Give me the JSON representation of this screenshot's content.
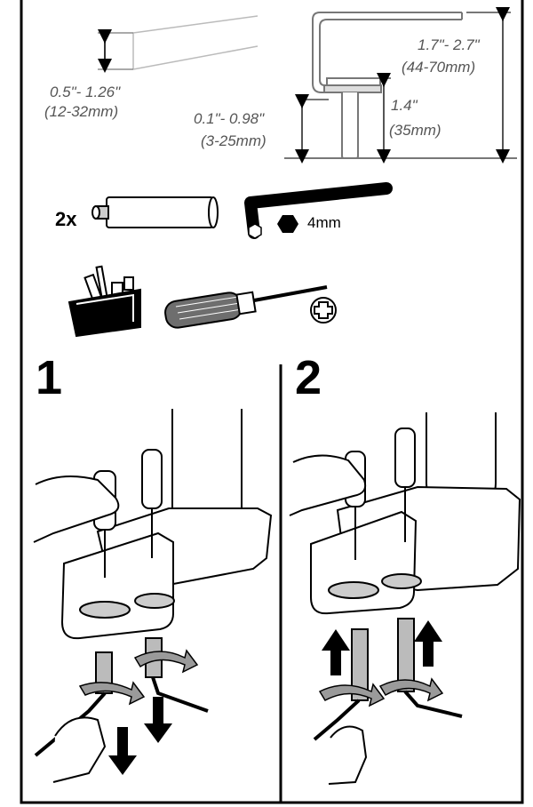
{
  "dimensions": {
    "desk_thickness": {
      "imperial": "0.5\"- 1.26\"",
      "metric": "(12-32mm)"
    },
    "clamp_gap": {
      "imperial": "0.1\"- 0.98\"",
      "metric": "(3-25mm)"
    },
    "post_height": {
      "imperial": "1.4\"",
      "metric": "(35mm)"
    },
    "total_height": {
      "imperial": "1.7\"- 2.7\"",
      "metric": "(44-70mm)"
    }
  },
  "parts": {
    "spacer_quantity": "2x",
    "hex_key_size": "4mm"
  },
  "steps": {
    "step1_number": "1",
    "step2_number": "2"
  },
  "colors": {
    "line": "#000000",
    "dimension_text": "#555555",
    "arrow_gray": "#9a9a9a",
    "screwdriver_handle": "#6e6e6e"
  },
  "icons": [
    "toolbox-icon",
    "screwdriver-icon",
    "phillips-head-icon",
    "hex-key-icon",
    "hex-nut-icon",
    "spacer-icon",
    "rotation-arrow-icon",
    "direction-arrow-icon",
    "hand-icon"
  ]
}
